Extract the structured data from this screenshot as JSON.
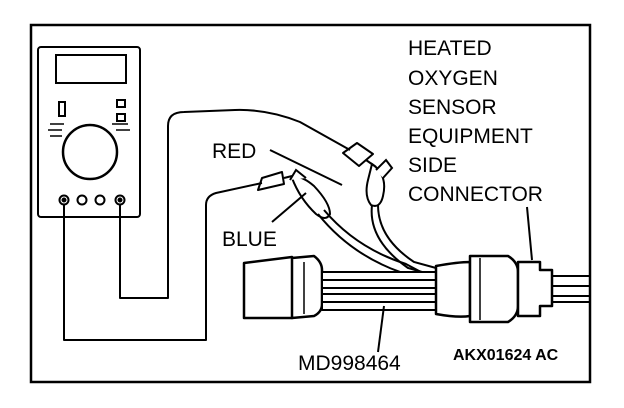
{
  "labels": {
    "heated": "HEATED",
    "oxygen": "OXYGEN",
    "sensor": "SENSOR",
    "equipment": "EQUIPMENT",
    "side": "SIDE",
    "connector": "CONNECTOR",
    "red": "RED",
    "blue": "BLUE",
    "tool": "MD998464",
    "figure_id": "AKX01624 AC"
  },
  "colors": {
    "ink": "#000000",
    "background": "#ffffff"
  }
}
